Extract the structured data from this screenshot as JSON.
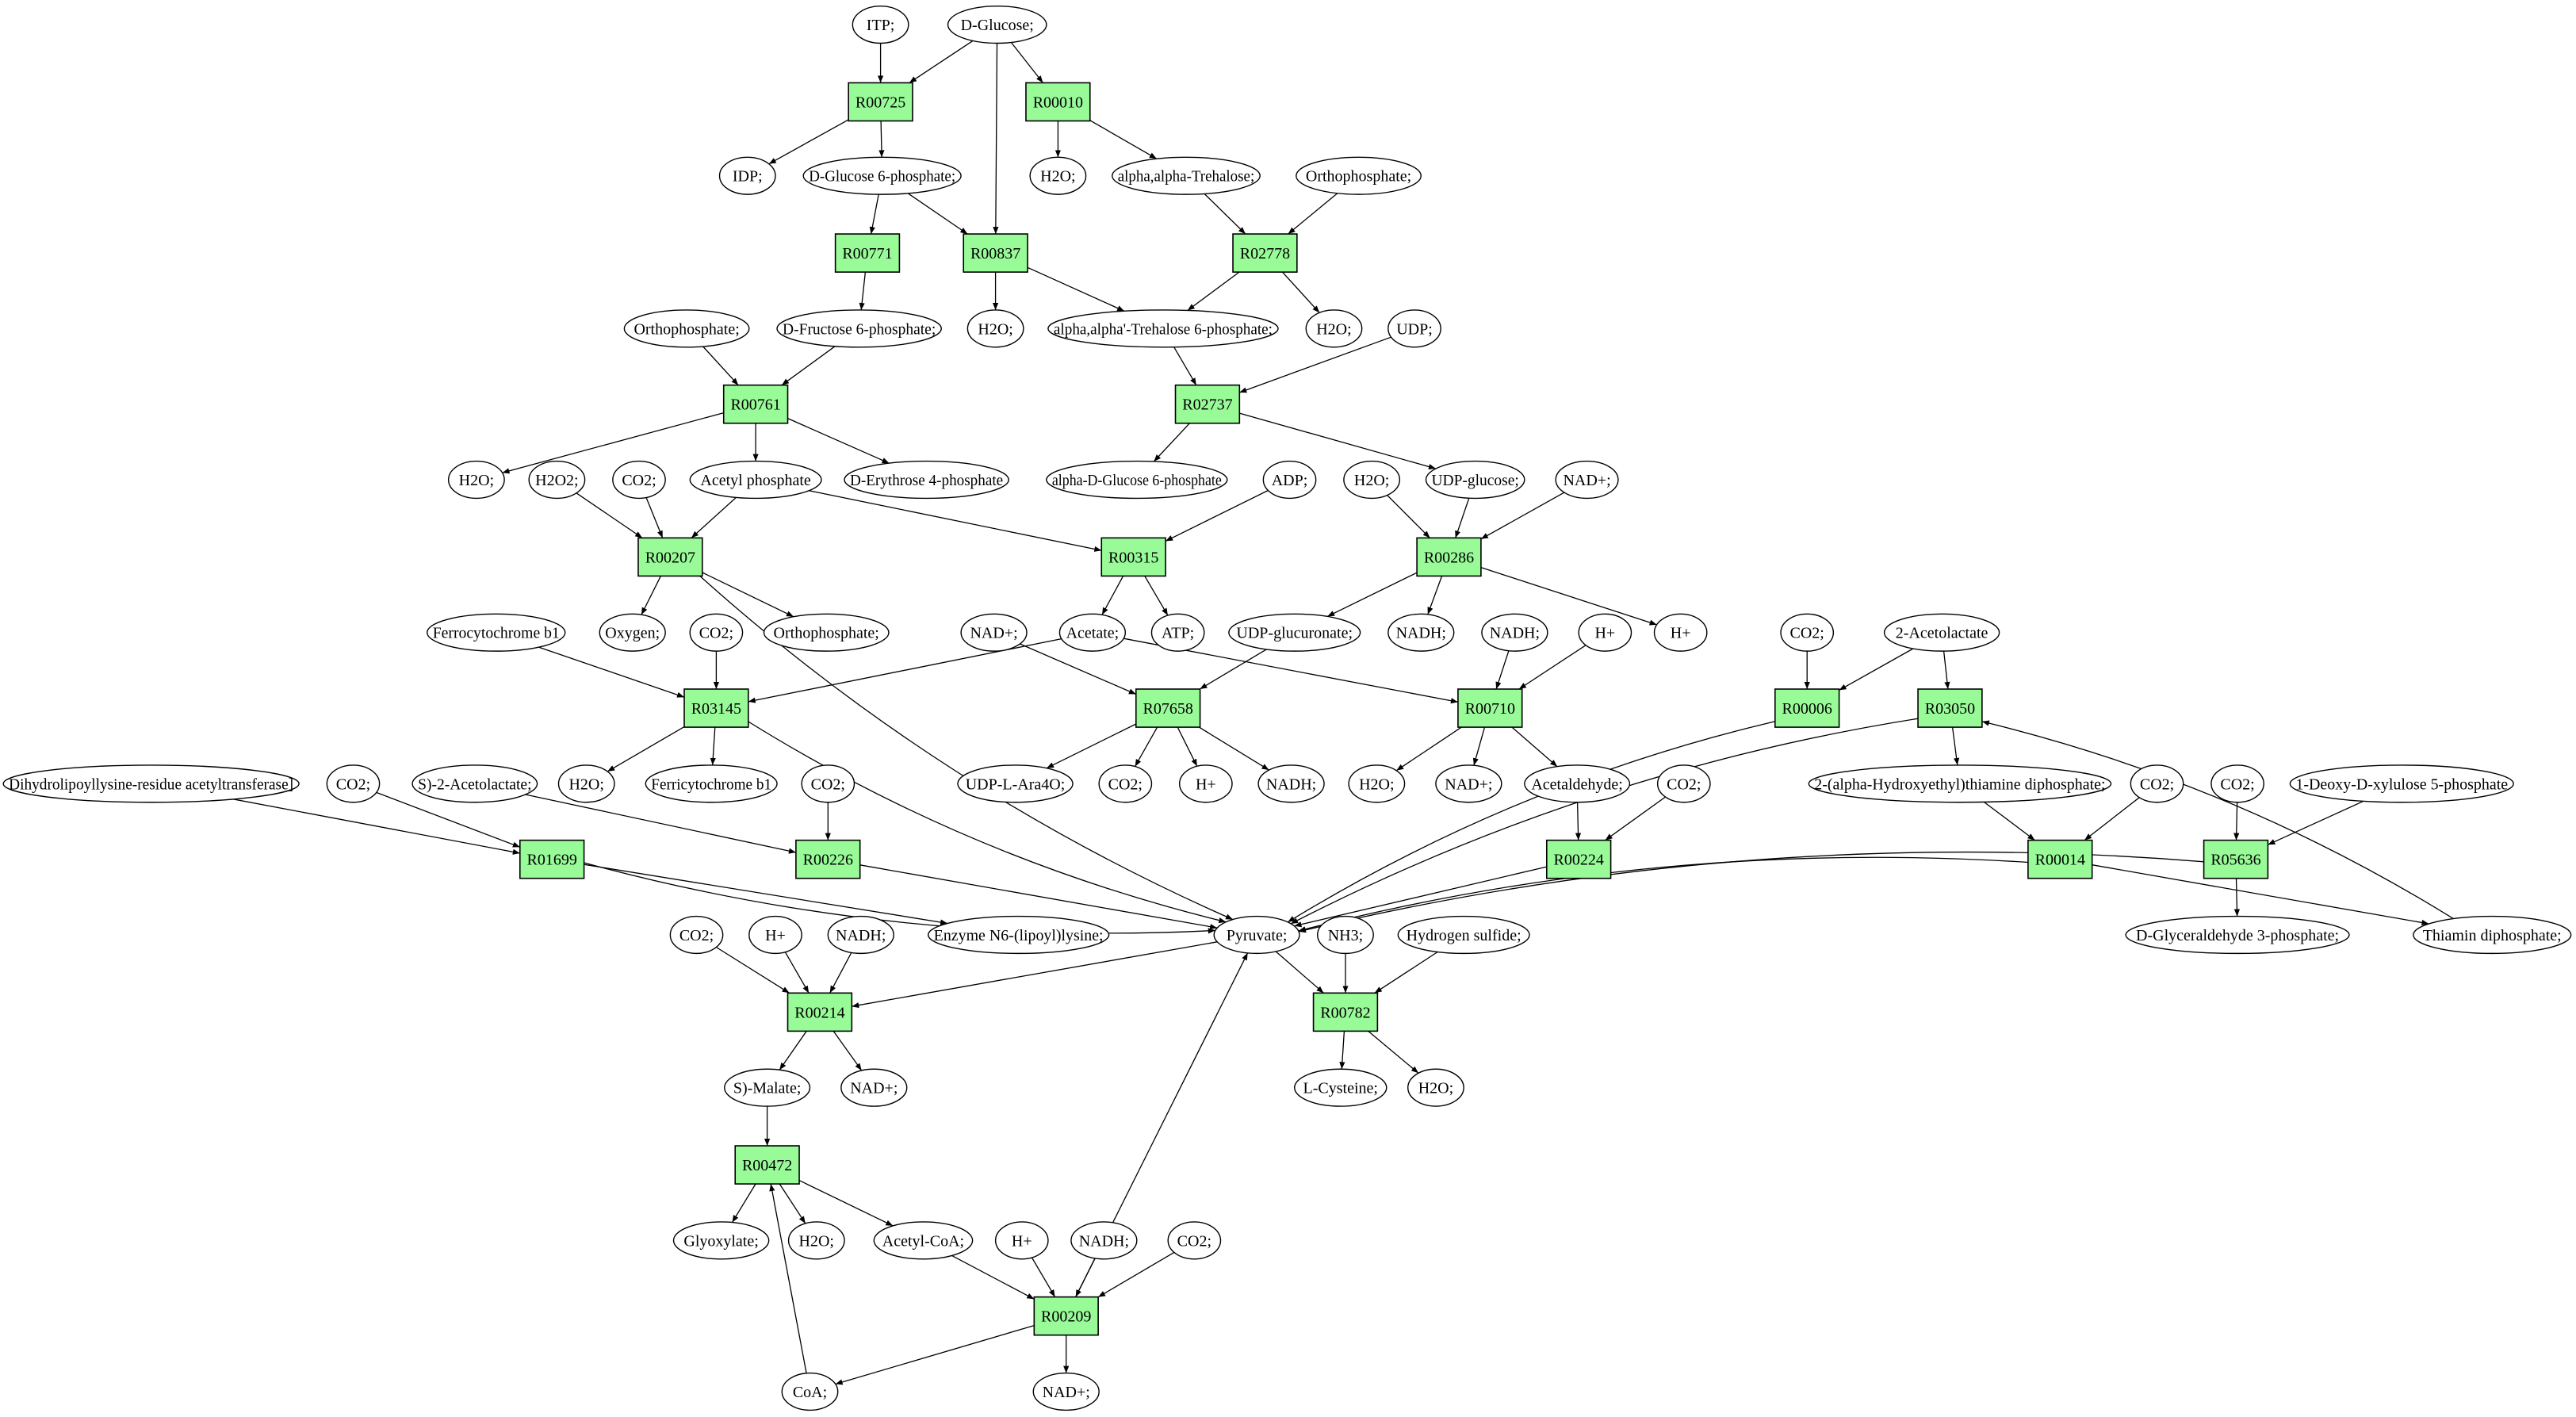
{
  "title": "Metabolic pathway graph: D-Glucose to L-Cysteine",
  "colors": {
    "reaction_fill": "#98fb98",
    "source_fill": "#00ee00",
    "target_fill": "#ffff00",
    "compound_fill": "#ffffff",
    "stroke": "#000000"
  },
  "nodes": [
    {
      "id": "itp",
      "label": "ITP;",
      "kind": "compound"
    },
    {
      "id": "dglucose",
      "label": "D-Glucose;",
      "kind": "source"
    },
    {
      "id": "R00725",
      "label": "R00725",
      "kind": "reaction"
    },
    {
      "id": "R00010",
      "label": "R00010",
      "kind": "reaction"
    },
    {
      "id": "idp",
      "label": "IDP;",
      "kind": "compound"
    },
    {
      "id": "g6p",
      "label": "D-Glucose 6-phosphate;",
      "kind": "compound"
    },
    {
      "id": "h2o_a",
      "label": "H2O;",
      "kind": "compound"
    },
    {
      "id": "trehalose",
      "label": "alpha,alpha-Trehalose;",
      "kind": "compound"
    },
    {
      "id": "pi_a",
      "label": "Orthophosphate;",
      "kind": "compound"
    },
    {
      "id": "R00771",
      "label": "R00771",
      "kind": "reaction"
    },
    {
      "id": "R00837",
      "label": "R00837",
      "kind": "reaction"
    },
    {
      "id": "R02778",
      "label": "R02778",
      "kind": "reaction"
    },
    {
      "id": "pi_b",
      "label": "Orthophosphate;",
      "kind": "compound"
    },
    {
      "id": "f6p",
      "label": "D-Fructose 6-phosphate;",
      "kind": "compound"
    },
    {
      "id": "h2o_b",
      "label": "H2O;",
      "kind": "compound"
    },
    {
      "id": "t6p",
      "label": "alpha,alpha'-Trehalose 6-phosphate;",
      "kind": "compound"
    },
    {
      "id": "h2o_c",
      "label": "H2O;",
      "kind": "compound"
    },
    {
      "id": "udp",
      "label": "UDP;",
      "kind": "compound"
    },
    {
      "id": "R00761",
      "label": "R00761",
      "kind": "reaction"
    },
    {
      "id": "R02737",
      "label": "R02737",
      "kind": "reaction"
    },
    {
      "id": "h2o_d",
      "label": "H2O;",
      "kind": "compound"
    },
    {
      "id": "h2o2",
      "label": "H2O2;",
      "kind": "compound"
    },
    {
      "id": "co2_a",
      "label": "CO2;",
      "kind": "compound"
    },
    {
      "id": "acetylp",
      "label": "Acetyl phosphate",
      "kind": "compound"
    },
    {
      "id": "e4p",
      "label": "D-Erythrose 4-phosphate",
      "kind": "compound"
    },
    {
      "id": "adg6p",
      "label": "alpha-D-Glucose 6-phosphate",
      "kind": "compound"
    },
    {
      "id": "adp",
      "label": "ADP;",
      "kind": "compound"
    },
    {
      "id": "h2o_e",
      "label": "H2O;",
      "kind": "compound"
    },
    {
      "id": "udpglc",
      "label": "UDP-glucose;",
      "kind": "compound"
    },
    {
      "id": "nadp_a",
      "label": "NAD+;",
      "kind": "compound"
    },
    {
      "id": "R00207",
      "label": "R00207",
      "kind": "reaction"
    },
    {
      "id": "R00315",
      "label": "R00315",
      "kind": "reaction"
    },
    {
      "id": "R00286",
      "label": "R00286",
      "kind": "reaction"
    },
    {
      "id": "ferrocyt",
      "label": "Ferrocytochrome b1",
      "kind": "compound"
    },
    {
      "id": "oxygen",
      "label": "Oxygen;",
      "kind": "compound"
    },
    {
      "id": "co2_b",
      "label": "CO2;",
      "kind": "compound"
    },
    {
      "id": "pi_c",
      "label": "Orthophosphate;",
      "kind": "compound"
    },
    {
      "id": "nadp_b",
      "label": "NAD+;",
      "kind": "compound"
    },
    {
      "id": "acetate",
      "label": "Acetate;",
      "kind": "compound"
    },
    {
      "id": "atp",
      "label": "ATP;",
      "kind": "compound"
    },
    {
      "id": "udpgluc",
      "label": "UDP-glucuronate;",
      "kind": "compound"
    },
    {
      "id": "nadh_a",
      "label": "NADH;",
      "kind": "compound"
    },
    {
      "id": "nadh_b",
      "label": "NADH;",
      "kind": "compound"
    },
    {
      "id": "hp_a",
      "label": "H+",
      "kind": "compound"
    },
    {
      "id": "hp_b",
      "label": "H+",
      "kind": "compound"
    },
    {
      "id": "co2_c",
      "label": "CO2;",
      "kind": "compound"
    },
    {
      "id": "acetolactate2",
      "label": "2-Acetolactate",
      "kind": "compound"
    },
    {
      "id": "R03145",
      "label": "R03145",
      "kind": "reaction"
    },
    {
      "id": "R07658",
      "label": "R07658",
      "kind": "reaction"
    },
    {
      "id": "R00710",
      "label": "R00710",
      "kind": "reaction"
    },
    {
      "id": "R00006",
      "label": "R00006",
      "kind": "reaction"
    },
    {
      "id": "R03050",
      "label": "R03050",
      "kind": "reaction"
    },
    {
      "id": "dlat",
      "label": "Dihydrolipoyllysine-residue acetyltransferase]",
      "kind": "compound"
    },
    {
      "id": "co2_d",
      "label": "CO2;",
      "kind": "compound"
    },
    {
      "id": "sacetolactate",
      "label": "S)-2-Acetolactate;",
      "kind": "compound"
    },
    {
      "id": "h2o_f",
      "label": "H2O;",
      "kind": "compound"
    },
    {
      "id": "ferricyt",
      "label": "Ferricytochrome b1",
      "kind": "compound"
    },
    {
      "id": "co2_e",
      "label": "CO2;",
      "kind": "compound"
    },
    {
      "id": "udpara",
      "label": "UDP-L-Ara4O;",
      "kind": "compound"
    },
    {
      "id": "co2_f",
      "label": "CO2;",
      "kind": "compound"
    },
    {
      "id": "hp_c",
      "label": "H+",
      "kind": "compound"
    },
    {
      "id": "nadh_c",
      "label": "NADH;",
      "kind": "compound"
    },
    {
      "id": "h2o_g",
      "label": "H2O;",
      "kind": "compound"
    },
    {
      "id": "nadp_c",
      "label": "NAD+;",
      "kind": "compound"
    },
    {
      "id": "acetaldehyde",
      "label": "Acetaldehyde;",
      "kind": "compound"
    },
    {
      "id": "co2_g",
      "label": "CO2;",
      "kind": "compound"
    },
    {
      "id": "hethdp",
      "label": "2-(alpha-Hydroxyethyl)thiamine diphosphate;",
      "kind": "compound"
    },
    {
      "id": "co2_h",
      "label": "CO2;",
      "kind": "compound"
    },
    {
      "id": "co2_i",
      "label": "CO2;",
      "kind": "compound"
    },
    {
      "id": "dxp",
      "label": "1-Deoxy-D-xylulose 5-phosphate",
      "kind": "compound"
    },
    {
      "id": "R01699",
      "label": "R01699",
      "kind": "reaction"
    },
    {
      "id": "R00226",
      "label": "R00226",
      "kind": "reaction"
    },
    {
      "id": "R00224",
      "label": "R00224",
      "kind": "reaction"
    },
    {
      "id": "R00014",
      "label": "R00014",
      "kind": "reaction"
    },
    {
      "id": "R05636",
      "label": "R05636",
      "kind": "reaction"
    },
    {
      "id": "co2_j",
      "label": "CO2;",
      "kind": "compound"
    },
    {
      "id": "hp_d",
      "label": "H+",
      "kind": "compound"
    },
    {
      "id": "nadh_d",
      "label": "NADH;",
      "kind": "compound"
    },
    {
      "id": "lipoyllys",
      "label": "Enzyme N6-(lipoyl)lysine;",
      "kind": "compound"
    },
    {
      "id": "pyruvate",
      "label": "Pyruvate;",
      "kind": "compound"
    },
    {
      "id": "nh3",
      "label": "NH3;",
      "kind": "compound"
    },
    {
      "id": "h2s",
      "label": "Hydrogen sulfide;",
      "kind": "compound"
    },
    {
      "id": "g3p",
      "label": "D-Glyceraldehyde 3-phosphate;",
      "kind": "compound"
    },
    {
      "id": "thdp",
      "label": "Thiamin diphosphate;",
      "kind": "compound"
    },
    {
      "id": "R00214",
      "label": "R00214",
      "kind": "reaction"
    },
    {
      "id": "R00782",
      "label": "R00782",
      "kind": "reaction"
    },
    {
      "id": "smalate",
      "label": "S)-Malate;",
      "kind": "compound"
    },
    {
      "id": "nadp_d",
      "label": "NAD+;",
      "kind": "compound"
    },
    {
      "id": "lcys",
      "label": "L-Cysteine;",
      "kind": "target"
    },
    {
      "id": "h2o_h",
      "label": "H2O;",
      "kind": "compound"
    },
    {
      "id": "R00472",
      "label": "R00472",
      "kind": "reaction"
    },
    {
      "id": "glyoxylate",
      "label": "Glyoxylate;",
      "kind": "compound"
    },
    {
      "id": "h2o_i",
      "label": "H2O;",
      "kind": "compound"
    },
    {
      "id": "acetylcoa",
      "label": "Acetyl-CoA;",
      "kind": "compound"
    },
    {
      "id": "hp_e",
      "label": "H+",
      "kind": "compound"
    },
    {
      "id": "nadh_e",
      "label": "NADH;",
      "kind": "compound"
    },
    {
      "id": "co2_k",
      "label": "CO2;",
      "kind": "compound"
    },
    {
      "id": "R00209",
      "label": "R00209",
      "kind": "reaction"
    },
    {
      "id": "coa",
      "label": "CoA;",
      "kind": "compound"
    },
    {
      "id": "nadp_e",
      "label": "NAD+;",
      "kind": "compound"
    }
  ],
  "edges": [
    [
      "itp",
      "R00725"
    ],
    [
      "dglucose",
      "R00725"
    ],
    [
      "dglucose",
      "R00010"
    ],
    [
      "dglucose",
      "R00837"
    ],
    [
      "R00725",
      "idp"
    ],
    [
      "R00725",
      "g6p"
    ],
    [
      "R00010",
      "h2o_a"
    ],
    [
      "R00010",
      "trehalose"
    ],
    [
      "g6p",
      "R00771"
    ],
    [
      "g6p",
      "R00837"
    ],
    [
      "trehalose",
      "R02778"
    ],
    [
      "pi_a",
      "R02778"
    ],
    [
      "R00771",
      "f6p"
    ],
    [
      "R00837",
      "h2o_b"
    ],
    [
      "R00837",
      "t6p"
    ],
    [
      "R02778",
      "t6p"
    ],
    [
      "R02778",
      "h2o_c"
    ],
    [
      "pi_b",
      "R00761"
    ],
    [
      "f6p",
      "R00761"
    ],
    [
      "t6p",
      "R02737"
    ],
    [
      "udp",
      "R02737"
    ],
    [
      "R00761",
      "h2o_d"
    ],
    [
      "R00761",
      "acetylp"
    ],
    [
      "R00761",
      "e4p"
    ],
    [
      "R02737",
      "adg6p"
    ],
    [
      "R02737",
      "udpglc"
    ],
    [
      "h2o2",
      "R00207"
    ],
    [
      "co2_a",
      "R00207"
    ],
    [
      "acetylp",
      "R00207"
    ],
    [
      "acetylp",
      "R00315"
    ],
    [
      "adp",
      "R00315"
    ],
    [
      "h2o_e",
      "R00286"
    ],
    [
      "udpglc",
      "R00286"
    ],
    [
      "nadp_a",
      "R00286"
    ],
    [
      "R00207",
      "oxygen"
    ],
    [
      "R00207",
      "pi_c"
    ],
    [
      "R00207",
      "pyruvate"
    ],
    [
      "R00315",
      "acetate"
    ],
    [
      "R00315",
      "atp"
    ],
    [
      "R00286",
      "udpgluc"
    ],
    [
      "R00286",
      "nadh_a"
    ],
    [
      "R00286",
      "hp_b"
    ],
    [
      "ferrocyt",
      "R03145"
    ],
    [
      "co2_b",
      "R03145"
    ],
    [
      "acetate",
      "R03145"
    ],
    [
      "nadp_b",
      "R07658"
    ],
    [
      "udpgluc",
      "R07658"
    ],
    [
      "acetate",
      "R00710"
    ],
    [
      "nadh_b",
      "R00710"
    ],
    [
      "hp_a",
      "R00710"
    ],
    [
      "co2_c",
      "R00006"
    ],
    [
      "acetolactate2",
      "R00006"
    ],
    [
      "acetolactate2",
      "R03050"
    ],
    [
      "thdp",
      "R03050"
    ],
    [
      "R03145",
      "h2o_f"
    ],
    [
      "R03145",
      "ferricyt"
    ],
    [
      "R03145",
      "pyruvate"
    ],
    [
      "R07658",
      "udpara"
    ],
    [
      "R07658",
      "co2_f"
    ],
    [
      "R07658",
      "hp_c"
    ],
    [
      "R07658",
      "nadh_c"
    ],
    [
      "R00710",
      "h2o_g"
    ],
    [
      "R00710",
      "nadp_c"
    ],
    [
      "R00710",
      "acetaldehyde"
    ],
    [
      "R00006",
      "pyruvate"
    ],
    [
      "R03050",
      "pyruvate"
    ],
    [
      "R03050",
      "hethdp"
    ],
    [
      "dlat",
      "R01699"
    ],
    [
      "co2_d",
      "R01699"
    ],
    [
      "sacetolactate",
      "R00226"
    ],
    [
      "co2_e",
      "R00226"
    ],
    [
      "acetaldehyde",
      "R00224"
    ],
    [
      "co2_g",
      "R00224"
    ],
    [
      "hethdp",
      "R00014"
    ],
    [
      "co2_h",
      "R00014"
    ],
    [
      "co2_i",
      "R05636"
    ],
    [
      "dxp",
      "R05636"
    ],
    [
      "R01699",
      "lipoyllys"
    ],
    [
      "R01699",
      "pyruvate"
    ],
    [
      "R00226",
      "pyruvate"
    ],
    [
      "R00224",
      "pyruvate"
    ],
    [
      "R00014",
      "pyruvate"
    ],
    [
      "R00014",
      "thdp"
    ],
    [
      "R05636",
      "pyruvate"
    ],
    [
      "R05636",
      "g3p"
    ],
    [
      "co2_j",
      "R00214"
    ],
    [
      "hp_d",
      "R00214"
    ],
    [
      "nadh_d",
      "R00214"
    ],
    [
      "pyruvate",
      "R00214"
    ],
    [
      "pyruvate",
      "R00782"
    ],
    [
      "nh3",
      "R00782"
    ],
    [
      "h2s",
      "R00782"
    ],
    [
      "R00214",
      "smalate"
    ],
    [
      "R00214",
      "nadp_d"
    ],
    [
      "R00782",
      "lcys"
    ],
    [
      "R00782",
      "h2o_h"
    ],
    [
      "smalate",
      "R00472"
    ],
    [
      "coa",
      "R00472"
    ],
    [
      "R00472",
      "glyoxylate"
    ],
    [
      "R00472",
      "h2o_i"
    ],
    [
      "R00472",
      "acetylcoa"
    ],
    [
      "acetylcoa",
      "R00209"
    ],
    [
      "hp_e",
      "R00209"
    ],
    [
      "nadh_e",
      "R00209"
    ],
    [
      "co2_k",
      "R00209"
    ],
    [
      "R00209",
      "coa"
    ],
    [
      "R00209",
      "nadp_e"
    ],
    [
      "R00209",
      "pyruvate"
    ]
  ]
}
